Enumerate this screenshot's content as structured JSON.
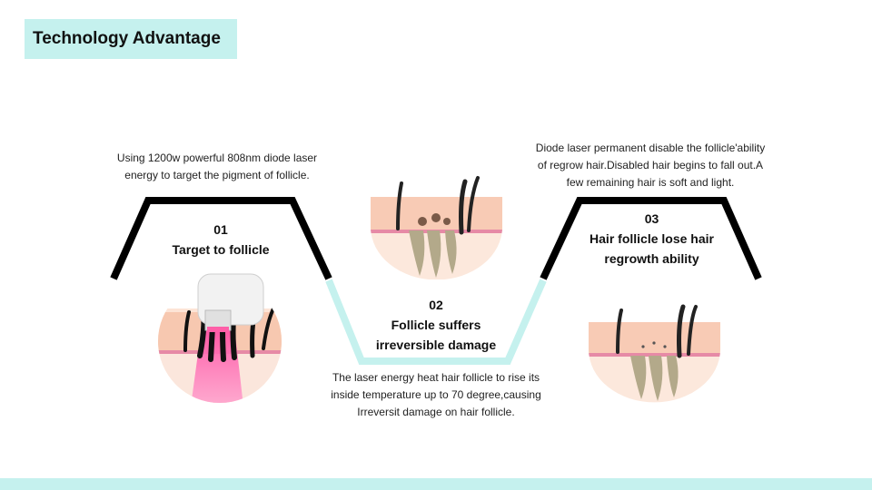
{
  "header": {
    "title": "Technology Advantage"
  },
  "steps": [
    {
      "number": "01",
      "title": "Target to follicle",
      "description_lines": [
        "Using 1200w powerful 808nm diode laser",
        "energy to target the pigment of follicle."
      ]
    },
    {
      "number": "02",
      "title_lines": [
        "Follicle suffers",
        "irreversible damage"
      ],
      "description_lines": [
        "The laser energy heat hair follicle to rise its",
        "inside temperature up to 70 degree,causing",
        "Irreversit damage on hair follicle."
      ]
    },
    {
      "number": "03",
      "title_lines": [
        "Hair follicle lose hair",
        "regrowth ability"
      ],
      "description_lines": [
        "Diode laser permanent disable the follicle'ability",
        "of regrow hair.Disabled hair begins to fall out.A",
        "few remaining hair is soft and light."
      ]
    }
  ],
  "colors": {
    "accent": "#c5f1ee",
    "path_dark": "#000000",
    "path_light": "#c5f1ee",
    "skin": "#f6c8ae",
    "laser": "#ee5fa8"
  }
}
